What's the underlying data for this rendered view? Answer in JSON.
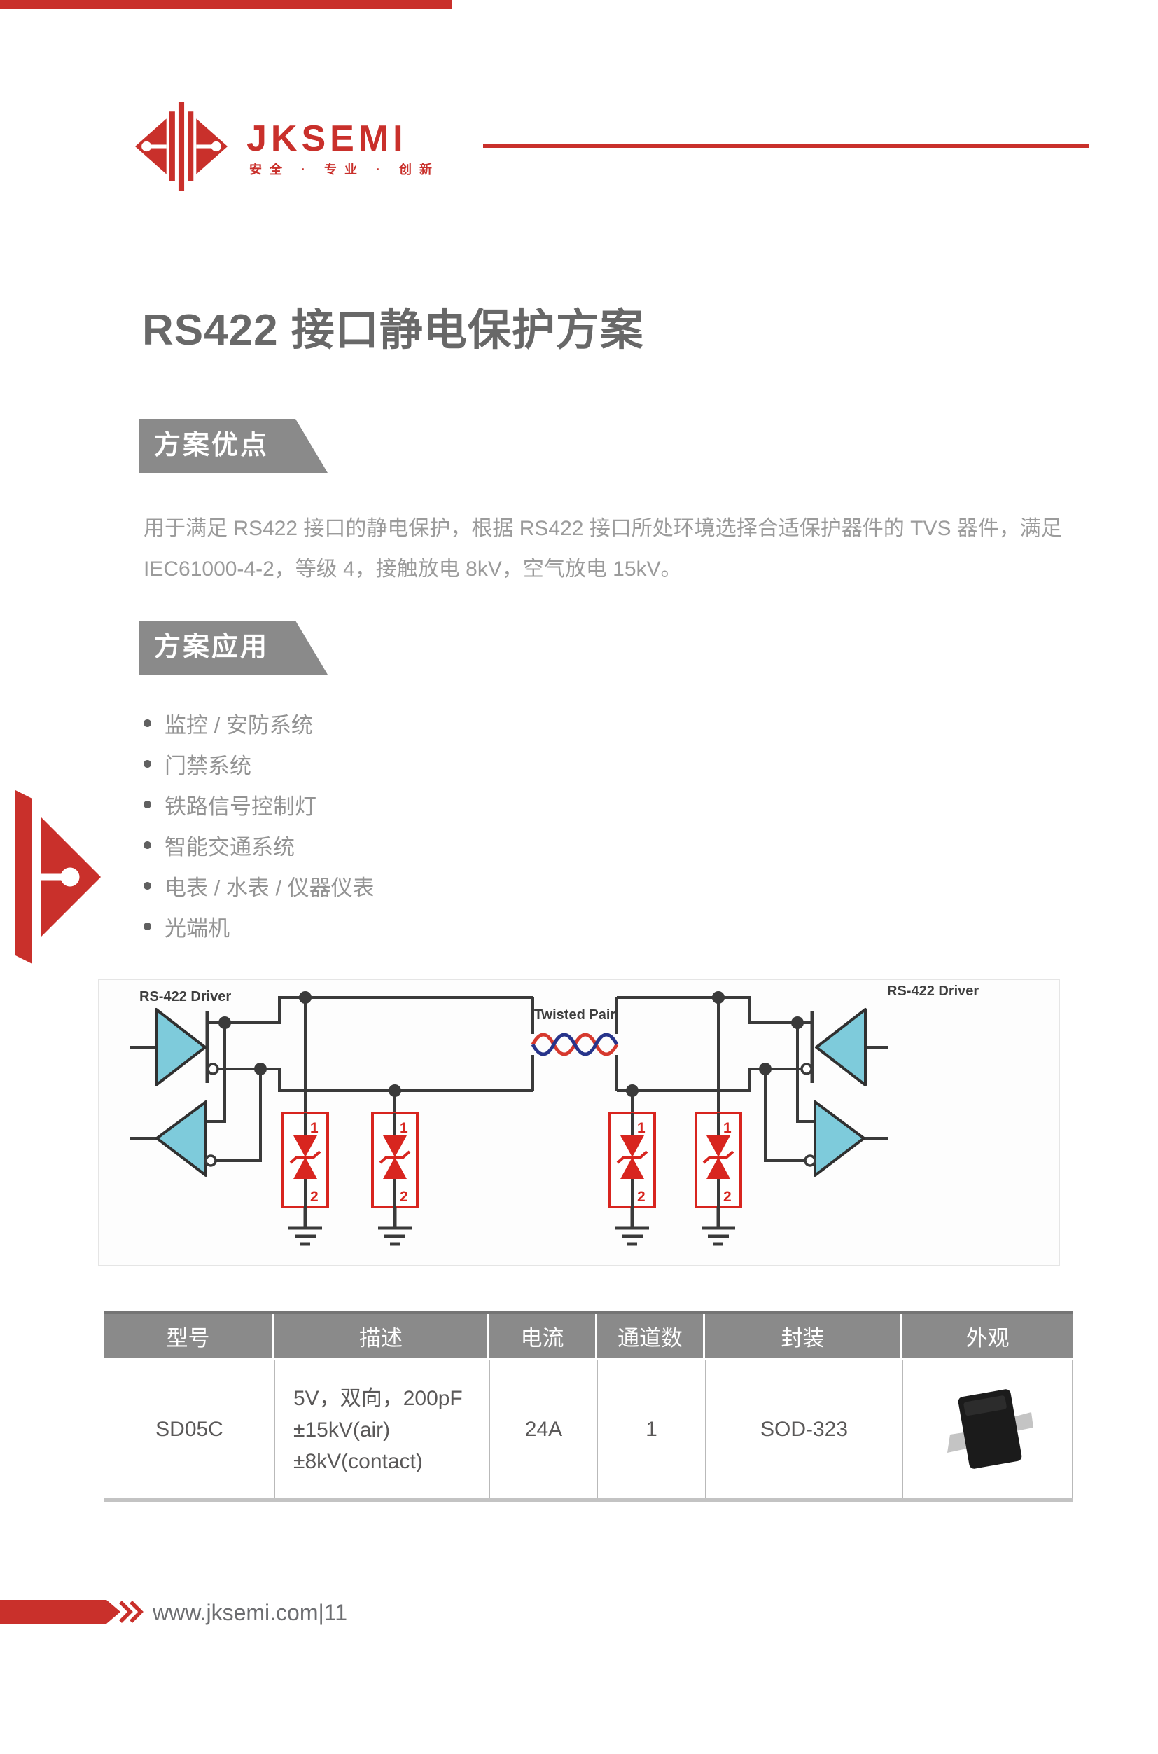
{
  "brand": {
    "name": "JKSEMI",
    "tagline": "安全 · 专业 · 创新"
  },
  "title": "RS422 接口静电保护方案",
  "advantages": {
    "heading": "方案优点",
    "line1": "用于满足 RS422 接口的静电保护，根据 RS422 接口所处环境选择合适保护器件的 TVS 器件，满足",
    "line2": "IEC61000-4-2，等级 4，接触放电 8kV，空气放电 15kV。"
  },
  "applications": {
    "heading": "方案应用",
    "items": [
      "监控 / 安防系统",
      "门禁系统",
      "铁路信号控制灯",
      "智能交通系统",
      "电表 / 水表 / 仪器仪表",
      "光端机"
    ]
  },
  "diagram": {
    "driver_label_left": "RS-422 Driver",
    "driver_label_right": "RS-422 Driver",
    "twisted_pair_label": "Twisted Pair",
    "pin_top": "1",
    "pin_bottom": "2"
  },
  "table": {
    "headers": [
      "型号",
      "描述",
      "电流",
      "通道数",
      "封装",
      "外观"
    ],
    "row": {
      "model": "SD05C",
      "desc_line1": "5V，双向，200pF",
      "desc_line2": "±15kV(air)",
      "desc_line3": "±8kV(contact)",
      "current": "24A",
      "channels": "1",
      "package": "SOD-323"
    }
  },
  "footer": {
    "site_page": "www.jksemi.com|11"
  },
  "colors": {
    "brand_red": "#c9302b",
    "banner_gray": "#8a8a8a",
    "tvs_red": "#d8251f",
    "driver_cyan": "#7ecbdb",
    "wire_dark": "#3a3a3a",
    "twist_blue": "#27348b",
    "twist_red": "#d6392e"
  }
}
